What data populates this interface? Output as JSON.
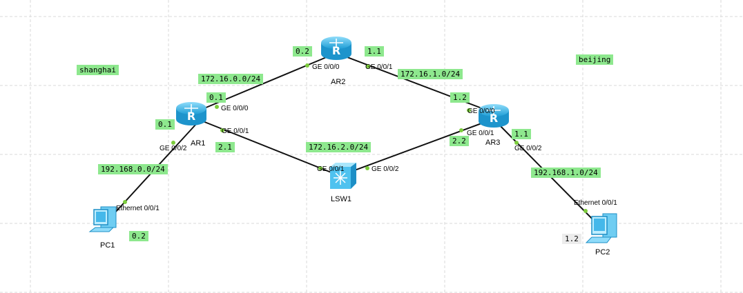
{
  "sites": {
    "left": "shanghai",
    "right": "beijing"
  },
  "devices": {
    "ar1": "AR1",
    "ar2": "AR2",
    "ar3": "AR3",
    "lsw1": "LSW1",
    "pc1": "PC1",
    "pc2": "PC2"
  },
  "networks": {
    "ar1_ar2": "172.16.0.0/24",
    "ar2_ar3": "172.16.1.0/24",
    "ar1_ar3": "172.16.2.0/24",
    "ar1_pc1": "192.168.0.0/24",
    "ar3_pc2": "192.168.1.0/24"
  },
  "hosts": {
    "ar2_ge000": "0.2",
    "ar2_ge001": "1.1",
    "ar1_ge000": "0.1",
    "ar1_ge002": "0.1",
    "ar1_ge001": "2.1",
    "ar3_ge000": "1.2",
    "ar3_ge001": "2.2",
    "ar3_ge002": "1.1",
    "pc1": "0.2",
    "pc2": "1.2"
  },
  "ports": {
    "ar2_ge000": "GE 0/0/0",
    "ar2_ge001": "GE 0/0/1",
    "ar1_ge000": "GE 0/0/0",
    "ar1_ge001": "GE 0/0/1",
    "ar1_ge002": "GE 0/0/2",
    "ar3_ge000": "GE 0/0/0",
    "ar3_ge001": "GE 0/0/1",
    "ar3_ge002": "GE 0/0/2",
    "lsw1_ge001": "GE 0/0/1",
    "lsw1_ge002": "GE 0/0/2",
    "pc1_eth": "Ethernet 0/0/1",
    "pc2_eth": "Ethernet 0/0/1"
  },
  "colors": {
    "label_bg": "#8ee88e",
    "port_dot": "#7ccc3c",
    "device_blue": "#3ab5ea",
    "grid": "#d9d9d9"
  }
}
